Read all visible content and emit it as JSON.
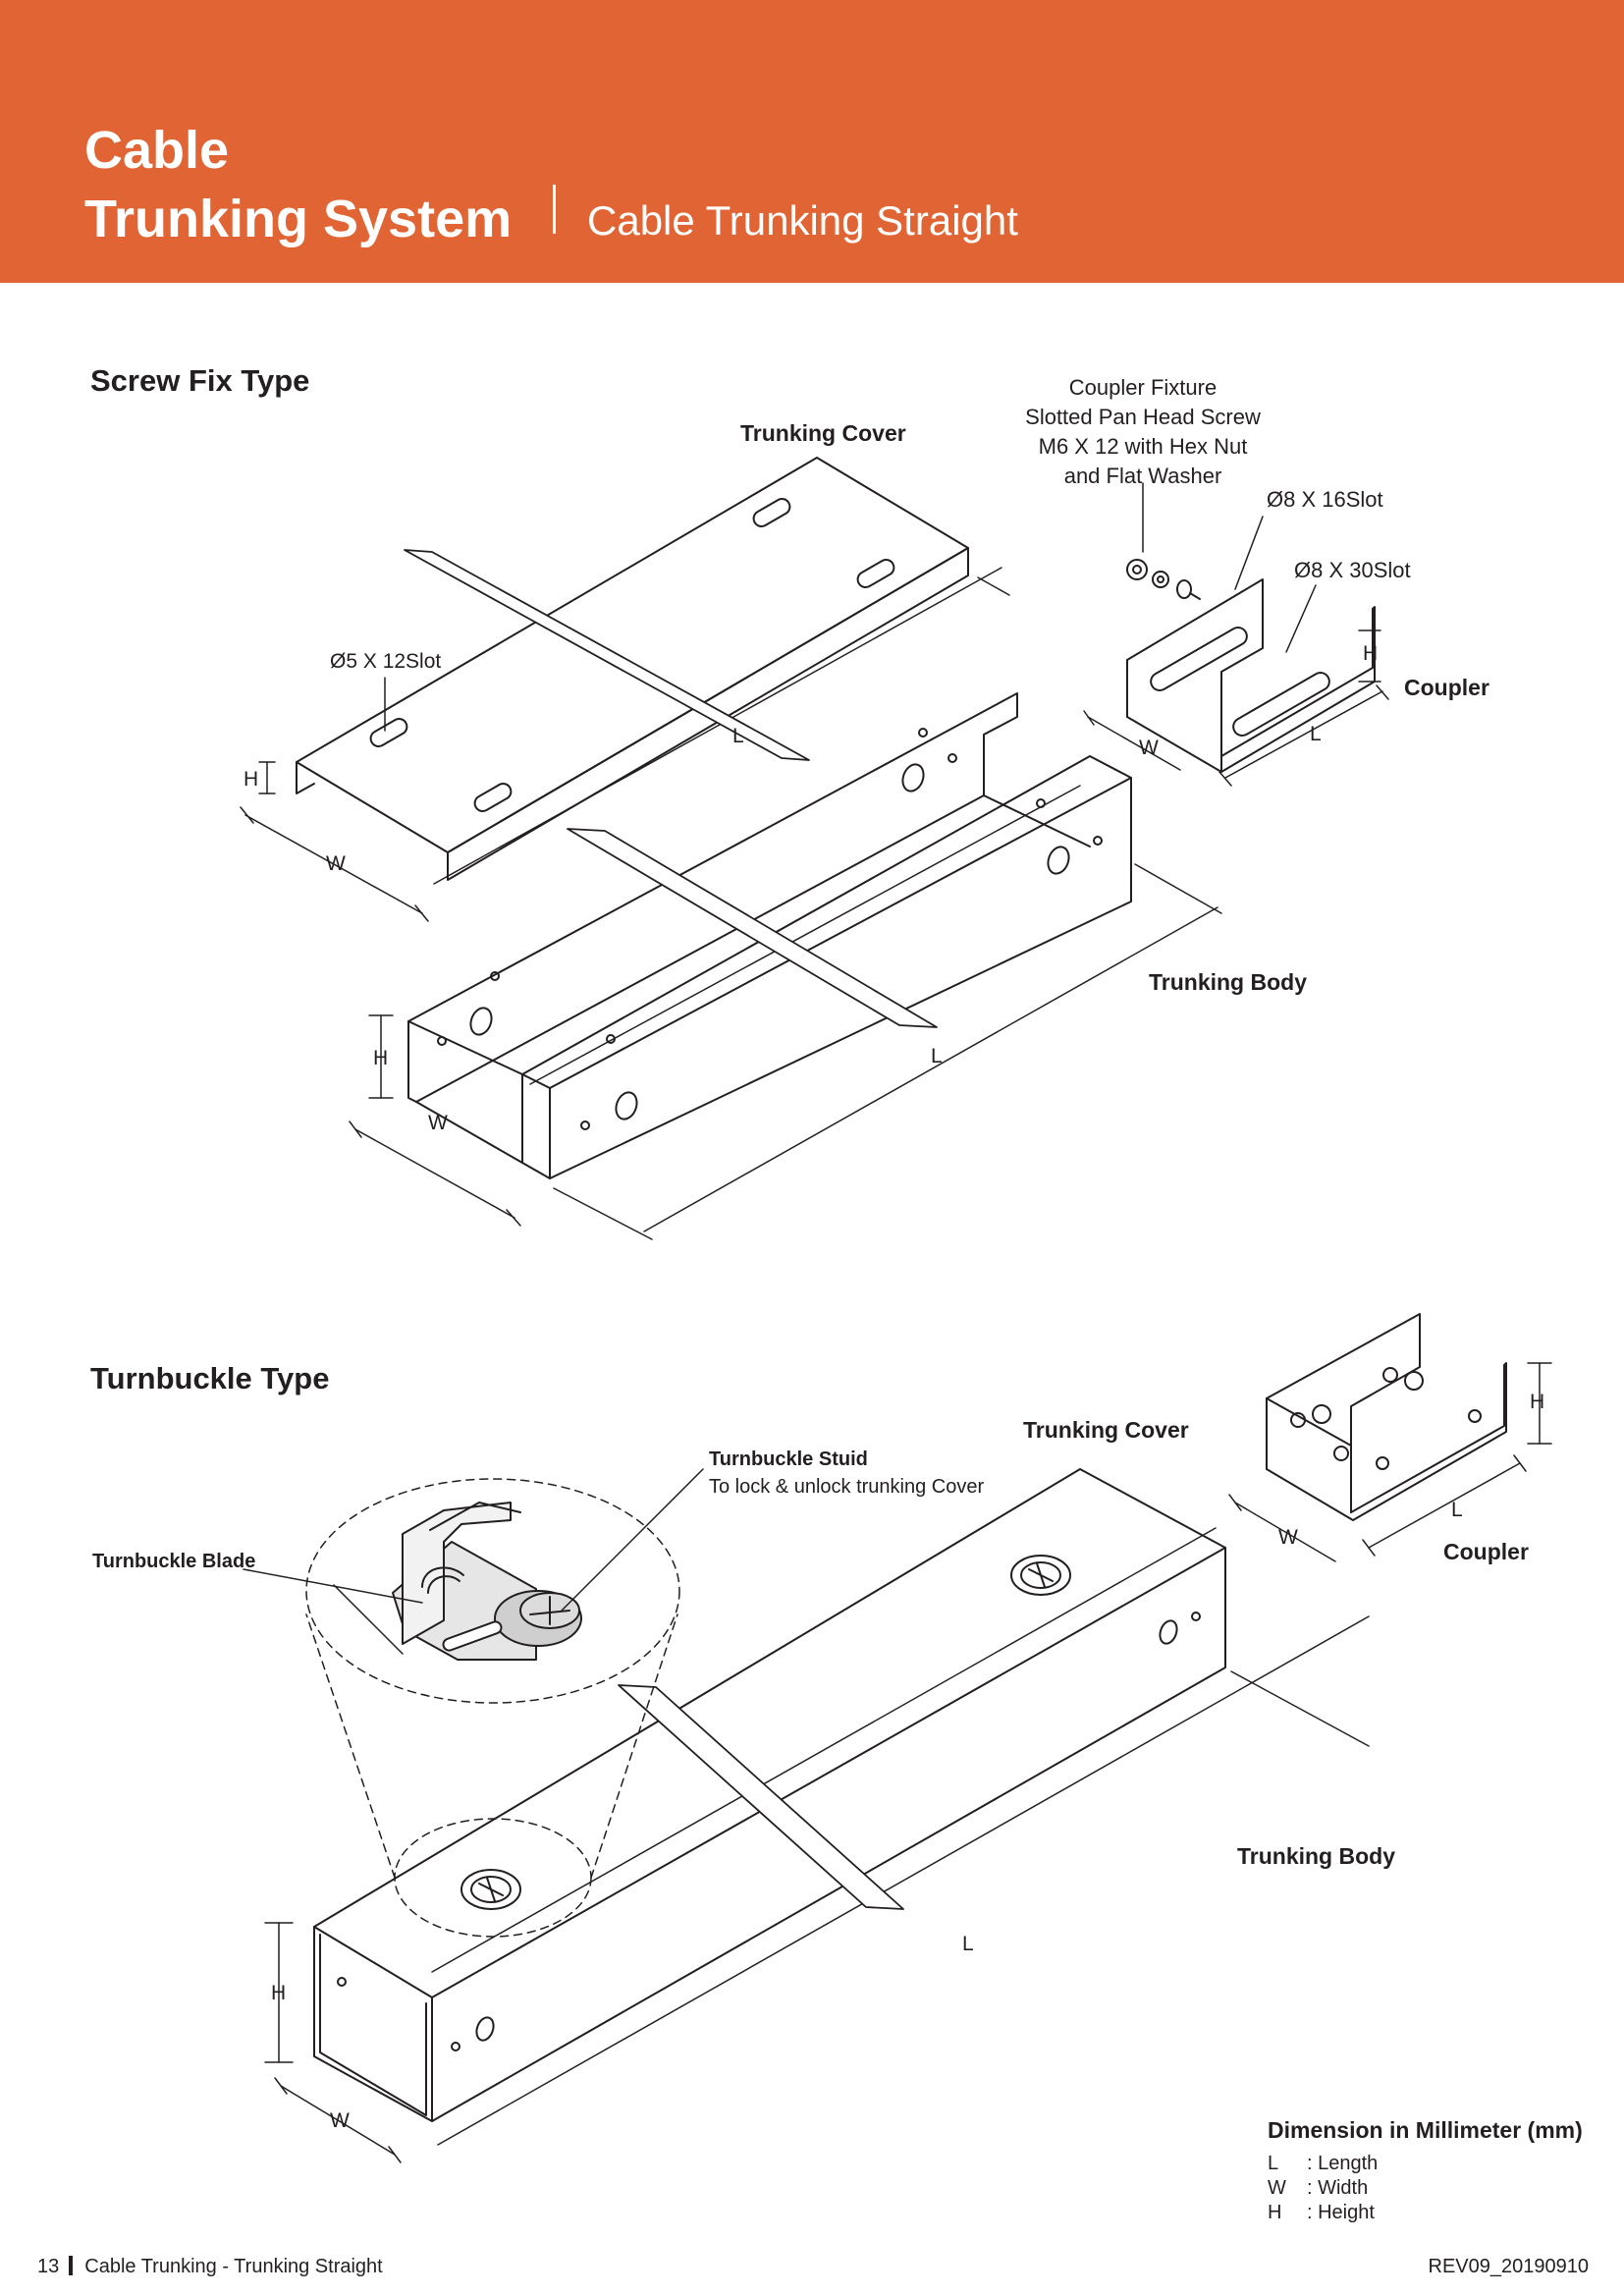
{
  "header": {
    "title_line1": "Cable",
    "title_line2": "Trunking System",
    "subtitle": "Cable Trunking Straight",
    "background_color": "#e06434"
  },
  "screw_fix": {
    "section_title": "Screw Fix Type",
    "trunking_cover_label": "Trunking Cover",
    "coupler_fixture_lines": [
      "Coupler Fixture",
      "Slotted Pan Head Screw",
      "M6 X 12 with Hex Nut",
      "and Flat Washer"
    ],
    "slot_16_label": "Ø8 X 16Slot",
    "slot_30_label": "Ø8 X 30Slot",
    "slot_5_label": "Ø5 X 12Slot",
    "coupler_label": "Coupler",
    "trunking_body_label": "Trunking Body",
    "dim_h": "H",
    "dim_w": "W",
    "dim_l": "L"
  },
  "turnbuckle": {
    "section_title": "Turnbuckle Type",
    "trunking_cover_label": "Trunking Cover",
    "stud_label": "Turnbuckle Stuid",
    "stud_desc": "To lock & unlock trunking Cover",
    "blade_label": "Turnbuckle Blade",
    "coupler_label": "Coupler",
    "trunking_body_label": "Trunking Body",
    "dim_h": "H",
    "dim_w": "W",
    "dim_l": "L"
  },
  "legend": {
    "title": "Dimension in Millimeter (mm)",
    "rows": [
      {
        "key": "L",
        "value": ": Length"
      },
      {
        "key": "W",
        "value": ": Width"
      },
      {
        "key": "H",
        "value": ": Height"
      }
    ]
  },
  "footer": {
    "page_number": "13",
    "section": "Cable Trunking - Trunking Straight",
    "revision": "REV09_20190910"
  }
}
